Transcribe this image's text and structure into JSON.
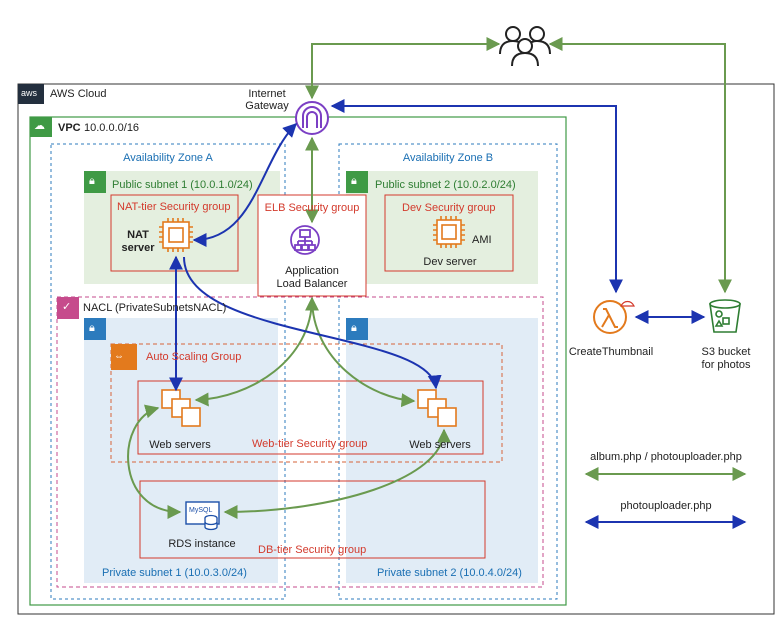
{
  "aws_cloud": {
    "badge": "aws",
    "label": "AWS Cloud"
  },
  "vpc": {
    "label_bold": "VPC",
    "cidr": "10.0.0.0/16"
  },
  "internet_gateway": {
    "label_line1": "Internet",
    "label_line2": "Gateway"
  },
  "zone_a": {
    "label": "Availability Zone A"
  },
  "zone_b": {
    "label": "Availability Zone B"
  },
  "public_subnet_1": {
    "label": "Public subnet 1 (10.0.1.0/24)"
  },
  "public_subnet_2": {
    "label": "Public subnet 2 (10.0.2.0/24)"
  },
  "nat_sg": {
    "label": "NAT-tier Security group"
  },
  "elb_sg": {
    "label": "ELB Security group"
  },
  "dev_sg": {
    "label": "Dev Security group"
  },
  "nat_server": {
    "line1": "NAT",
    "line2": "server"
  },
  "alb": {
    "line1": "Application",
    "line2": "Load Balancer"
  },
  "dev_server": {
    "ami": "AMI",
    "label": "Dev server"
  },
  "nacl": {
    "label": "NACL (PrivateSubnetsNACL)"
  },
  "asg": {
    "label": "Auto Scaling Group"
  },
  "web_sg": {
    "label": "Web-tier Security group"
  },
  "web_servers_a": {
    "label": "Web servers"
  },
  "web_servers_b": {
    "label": "Web servers"
  },
  "db_sg": {
    "label": "DB-tier Security group"
  },
  "rds": {
    "label": "RDS instance",
    "engine": "MySQL"
  },
  "private_subnet_1": {
    "label": "Private subnet 1 (10.0.3.0/24)"
  },
  "private_subnet_2": {
    "label": "Private subnet 2 (10.0.4.0/24)"
  },
  "lambda": {
    "label": "CreateThumbnail"
  },
  "s3": {
    "line1": "S3 bucket",
    "line2": "for photos"
  },
  "legend": [
    {
      "label": "album.php / photouploader.php",
      "color": "#6a9a4f"
    },
    {
      "label": "photouploader.php",
      "color": "#1c34b0"
    }
  ],
  "colors": {
    "green_flow": "#6a9a4f",
    "blue_flow": "#1c34b0",
    "vpc_border": "#3f9a45",
    "public_subnet_fill": "#e4efdf",
    "private_subnet_fill": "#e1ecf6",
    "security_group": "#d33a2c",
    "nacl_border": "#c64b8c",
    "compute_orange": "#e37a1d",
    "gateway_purple": "#7b3fc4"
  }
}
